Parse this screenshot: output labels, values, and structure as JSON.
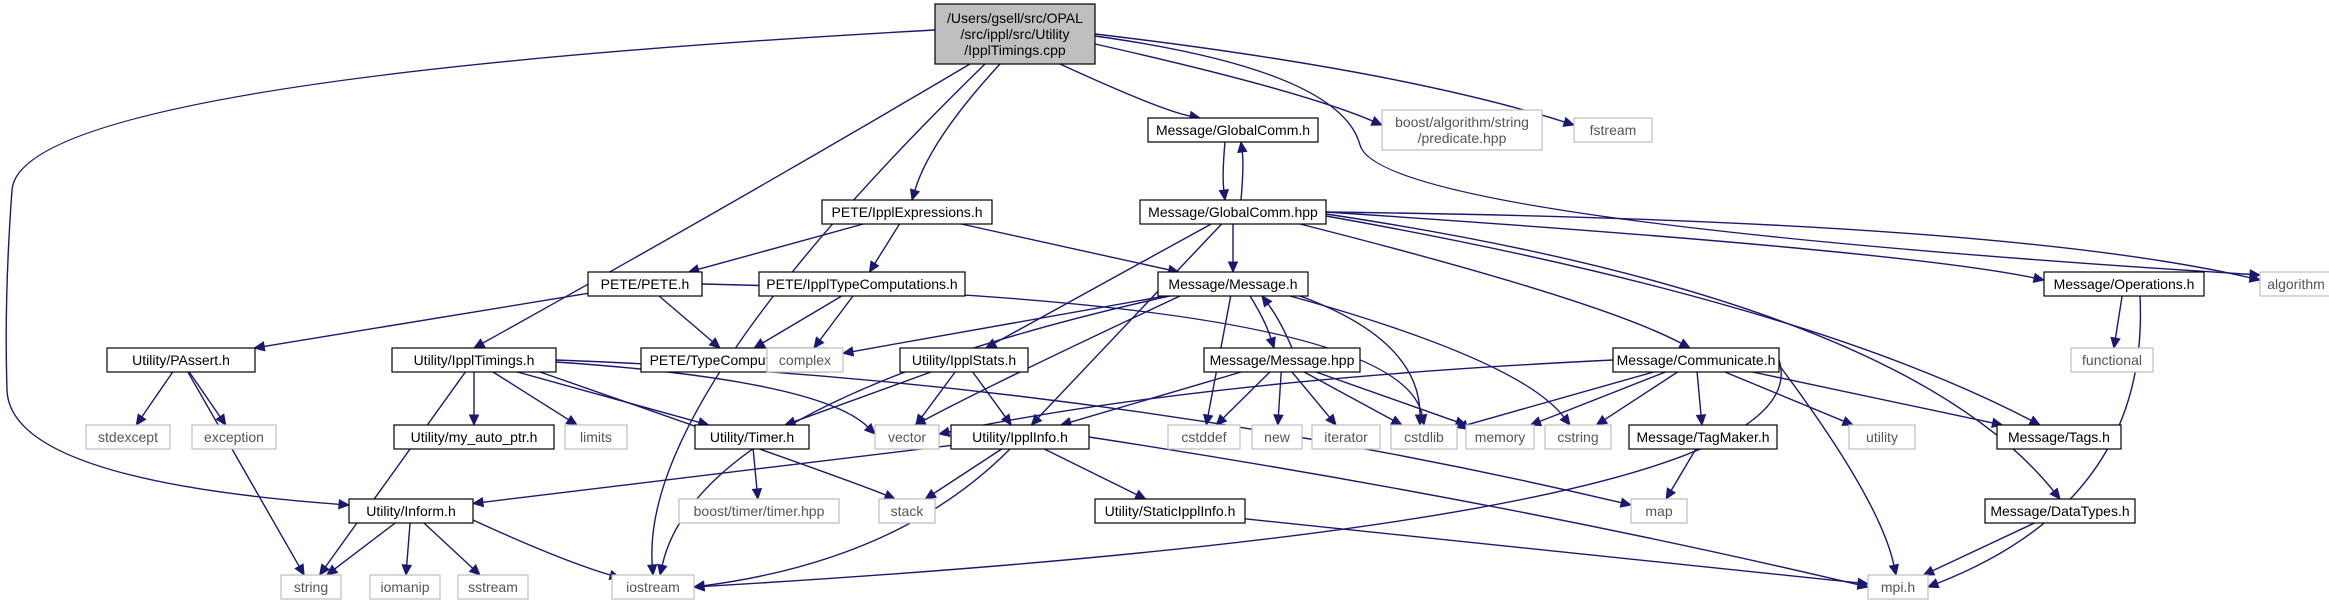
{
  "diagram": {
    "nodes": [
      {
        "id": "root",
        "kind": "root",
        "label": [
          "/Users/gsell/src/OPAL",
          "/src/ippl/src/Utility",
          "/IpplTimings.cpp"
        ]
      },
      {
        "id": "globalcomm_h",
        "kind": "doc",
        "label": [
          "Message/GlobalComm.h"
        ]
      },
      {
        "id": "boost_pred",
        "kind": "sys",
        "label": [
          "boost/algorithm/string",
          "/predicate.hpp"
        ]
      },
      {
        "id": "fstream",
        "kind": "sys",
        "label": [
          "fstream"
        ]
      },
      {
        "id": "ippl_expr",
        "kind": "doc",
        "label": [
          "PETE/IpplExpressions.h"
        ]
      },
      {
        "id": "globalcomm_hpp",
        "kind": "doc",
        "label": [
          "Message/GlobalComm.hpp"
        ]
      },
      {
        "id": "pete_h",
        "kind": "doc",
        "label": [
          "PETE/PETE.h"
        ]
      },
      {
        "id": "ippl_typecomp",
        "kind": "doc",
        "label": [
          "PETE/IpplTypeComputations.h"
        ]
      },
      {
        "id": "message_h",
        "kind": "doc",
        "label": [
          "Message/Message.h"
        ]
      },
      {
        "id": "operations_h",
        "kind": "doc",
        "label": [
          "Message/Operations.h"
        ]
      },
      {
        "id": "algorithm",
        "kind": "sys",
        "label": [
          "algorithm"
        ]
      },
      {
        "id": "passert",
        "kind": "doc",
        "label": [
          "Utility/PAssert.h"
        ]
      },
      {
        "id": "ippltimings_h",
        "kind": "doc",
        "label": [
          "Utility/IpplTimings.h"
        ]
      },
      {
        "id": "pete_typecomp",
        "kind": "doc",
        "label": [
          "PETE/TypeComputations.h"
        ]
      },
      {
        "id": "complex",
        "kind": "sys",
        "label": [
          "complex"
        ]
      },
      {
        "id": "ipplstats",
        "kind": "doc",
        "label": [
          "Utility/IpplStats.h"
        ]
      },
      {
        "id": "message_hpp",
        "kind": "doc",
        "label": [
          "Message/Message.hpp"
        ]
      },
      {
        "id": "communicate",
        "kind": "doc",
        "label": [
          "Message/Communicate.h"
        ]
      },
      {
        "id": "functional",
        "kind": "sys",
        "label": [
          "functional"
        ]
      },
      {
        "id": "stdexcept",
        "kind": "sys",
        "label": [
          "stdexcept"
        ]
      },
      {
        "id": "exception",
        "kind": "sys",
        "label": [
          "exception"
        ]
      },
      {
        "id": "my_auto_ptr",
        "kind": "doc",
        "label": [
          "Utility/my_auto_ptr.h"
        ]
      },
      {
        "id": "limits",
        "kind": "sys",
        "label": [
          "limits"
        ]
      },
      {
        "id": "timer_h",
        "kind": "doc",
        "label": [
          "Utility/Timer.h"
        ]
      },
      {
        "id": "vector",
        "kind": "sys",
        "label": [
          "vector"
        ]
      },
      {
        "id": "ipplinfo",
        "kind": "doc",
        "label": [
          "Utility/IpplInfo.h"
        ]
      },
      {
        "id": "cstddef",
        "kind": "sys",
        "label": [
          "cstddef"
        ]
      },
      {
        "id": "new",
        "kind": "sys",
        "label": [
          "new"
        ]
      },
      {
        "id": "iterator",
        "kind": "sys",
        "label": [
          "iterator"
        ]
      },
      {
        "id": "cstdlib",
        "kind": "sys",
        "label": [
          "cstdlib"
        ]
      },
      {
        "id": "memory",
        "kind": "sys",
        "label": [
          "memory"
        ]
      },
      {
        "id": "cstring",
        "kind": "sys",
        "label": [
          "cstring"
        ]
      },
      {
        "id": "tagmaker",
        "kind": "doc",
        "label": [
          "Message/TagMaker.h"
        ]
      },
      {
        "id": "utility",
        "kind": "sys",
        "label": [
          "utility"
        ]
      },
      {
        "id": "tags_h",
        "kind": "doc",
        "label": [
          "Message/Tags.h"
        ]
      },
      {
        "id": "boost_timer",
        "kind": "sys",
        "label": [
          "boost/timer/timer.hpp"
        ]
      },
      {
        "id": "inform",
        "kind": "doc",
        "label": [
          "Utility/Inform.h"
        ]
      },
      {
        "id": "stack",
        "kind": "sys",
        "label": [
          "stack"
        ]
      },
      {
        "id": "static_ipplinfo",
        "kind": "doc",
        "label": [
          "Utility/StaticIpplInfo.h"
        ]
      },
      {
        "id": "map",
        "kind": "sys",
        "label": [
          "map"
        ]
      },
      {
        "id": "datatypes",
        "kind": "doc",
        "label": [
          "Message/DataTypes.h"
        ]
      },
      {
        "id": "string",
        "kind": "sys",
        "label": [
          "string"
        ]
      },
      {
        "id": "iomanip",
        "kind": "sys",
        "label": [
          "iomanip"
        ]
      },
      {
        "id": "sstream",
        "kind": "sys",
        "label": [
          "sstream"
        ]
      },
      {
        "id": "iostream",
        "kind": "sys",
        "label": [
          "iostream"
        ]
      },
      {
        "id": "mpi",
        "kind": "sys",
        "label": [
          "mpi.h"
        ]
      }
    ],
    "edges": [
      [
        "root",
        "globalcomm_h"
      ],
      [
        "root",
        "boost_pred"
      ],
      [
        "root",
        "fstream"
      ],
      [
        "root",
        "ippl_expr"
      ],
      [
        "root",
        "algorithm"
      ],
      [
        "root",
        "ippltimings_h"
      ],
      [
        "root",
        "iostream"
      ],
      [
        "root",
        "inform"
      ],
      [
        "globalcomm_h",
        "globalcomm_hpp"
      ],
      [
        "globalcomm_hpp",
        "globalcomm_h"
      ],
      [
        "globalcomm_hpp",
        "message_h"
      ],
      [
        "globalcomm_hpp",
        "operations_h"
      ],
      [
        "globalcomm_hpp",
        "algorithm"
      ],
      [
        "globalcomm_hpp",
        "ipplstats"
      ],
      [
        "globalcomm_hpp",
        "ipplinfo"
      ],
      [
        "globalcomm_hpp",
        "communicate"
      ],
      [
        "globalcomm_hpp",
        "tags_h"
      ],
      [
        "globalcomm_hpp",
        "datatypes"
      ],
      [
        "ippl_expr",
        "pete_h"
      ],
      [
        "ippl_expr",
        "ippl_typecomp"
      ],
      [
        "ippl_expr",
        "message_h"
      ],
      [
        "pete_h",
        "passert"
      ],
      [
        "pete_h",
        "pete_typecomp"
      ],
      [
        "pete_h",
        "cstdlib"
      ],
      [
        "ippl_typecomp",
        "pete_typecomp"
      ],
      [
        "ippl_typecomp",
        "complex"
      ],
      [
        "message_h",
        "complex"
      ],
      [
        "message_h",
        "vector"
      ],
      [
        "message_h",
        "iostream"
      ],
      [
        "message_h",
        "cstddef"
      ],
      [
        "message_h",
        "message_hpp"
      ],
      [
        "message_h",
        "cstdlib"
      ],
      [
        "message_h",
        "cstring"
      ],
      [
        "message_hpp",
        "message_h"
      ],
      [
        "message_hpp",
        "ipplinfo"
      ],
      [
        "message_hpp",
        "cstddef"
      ],
      [
        "message_hpp",
        "new"
      ],
      [
        "message_hpp",
        "iterator"
      ],
      [
        "message_hpp",
        "cstdlib"
      ],
      [
        "message_hpp",
        "memory"
      ],
      [
        "operations_h",
        "functional"
      ],
      [
        "operations_h",
        "mpi"
      ],
      [
        "passert",
        "stdexcept"
      ],
      [
        "passert",
        "exception"
      ],
      [
        "passert",
        "string"
      ],
      [
        "ippltimings_h",
        "my_auto_ptr"
      ],
      [
        "ippltimings_h",
        "limits"
      ],
      [
        "ippltimings_h",
        "timer_h"
      ],
      [
        "ippltimings_h",
        "vector"
      ],
      [
        "ippltimings_h",
        "stack"
      ],
      [
        "ippltimings_h",
        "map"
      ],
      [
        "ippltimings_h",
        "string"
      ],
      [
        "ipplstats",
        "timer_h"
      ],
      [
        "ipplstats",
        "vector"
      ],
      [
        "ipplstats",
        "ipplinfo"
      ],
      [
        "timer_h",
        "boost_timer"
      ],
      [
        "ipplinfo",
        "inform"
      ],
      [
        "ipplinfo",
        "stack"
      ],
      [
        "ipplinfo",
        "static_ipplinfo"
      ],
      [
        "ipplinfo",
        "iostream"
      ],
      [
        "ipplinfo",
        "mpi"
      ],
      [
        "communicate",
        "vector"
      ],
      [
        "communicate",
        "cstdlib"
      ],
      [
        "communicate",
        "memory"
      ],
      [
        "communicate",
        "cstring"
      ],
      [
        "communicate",
        "tagmaker"
      ],
      [
        "communicate",
        "utility"
      ],
      [
        "communicate",
        "tags_h"
      ],
      [
        "communicate",
        "iostream"
      ],
      [
        "communicate",
        "mpi"
      ],
      [
        "tagmaker",
        "map"
      ],
      [
        "static_ipplinfo",
        "mpi"
      ],
      [
        "datatypes",
        "mpi"
      ],
      [
        "inform",
        "string"
      ],
      [
        "inform",
        "iomanip"
      ],
      [
        "inform",
        "sstream"
      ],
      [
        "inform",
        "iostream"
      ]
    ]
  }
}
